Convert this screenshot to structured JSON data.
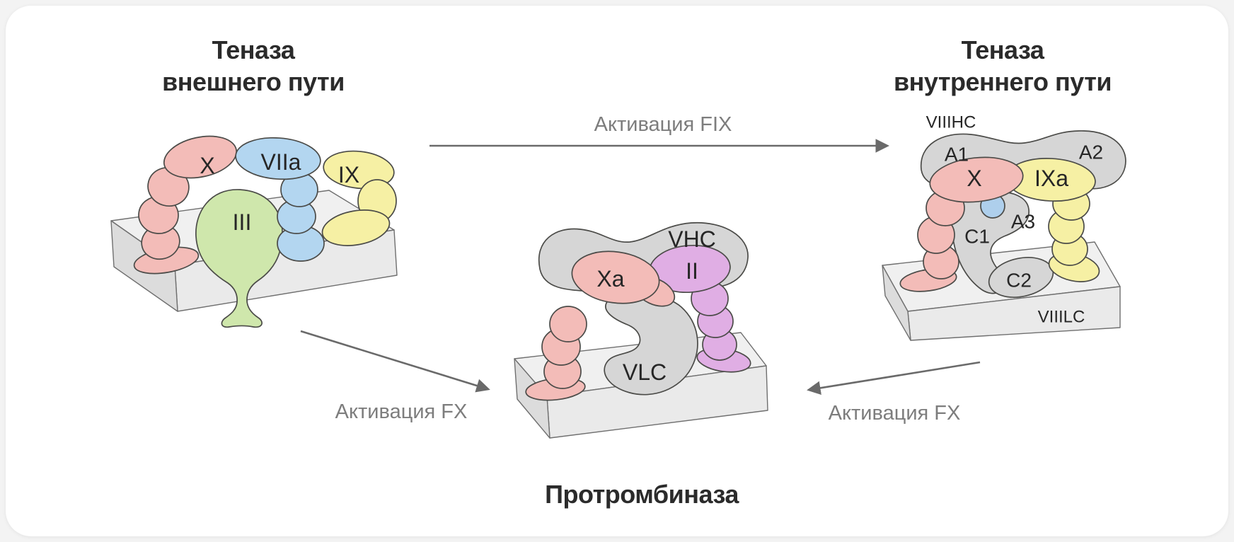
{
  "diagram": {
    "type": "coagulation-complexes-illustration",
    "background": "#f3f3f3",
    "card_background": "#ffffff"
  },
  "colors": {
    "factor_pink": "#f3bcb8",
    "factor_blue": "#b3d6f0",
    "factor_yellow": "#f6f0a4",
    "factor_green": "#cfe7ac",
    "factor_purple": "#e0aee4",
    "cofactor_gray": "#d6d6d6",
    "membrane_top": "#f0f0f0",
    "membrane_front": "#eaeaea",
    "membrane_side": "#dcdcdc",
    "ion_blue": "#aecfec",
    "outline": "#4b4b48",
    "arrow_gray": "#6a6a6a",
    "title_text": "#2b2b2b",
    "label_text": "#7d7d7d"
  },
  "complexes": {
    "extrinsic": {
      "title_line1": "Теназа",
      "title_line2": "внешнего пути",
      "factors": [
        {
          "label": "X",
          "color": "#f3bcb8"
        },
        {
          "label": "VIIa",
          "color": "#b3d6f0"
        },
        {
          "label": "IX",
          "color": "#f6f0a4"
        },
        {
          "label": "III",
          "color": "#cfe7ac"
        }
      ]
    },
    "intrinsic": {
      "title_line1": "Теназа",
      "title_line2": "внутреннего пути",
      "factors": [
        {
          "label": "X",
          "color": "#f3bcb8"
        },
        {
          "label": "IXa",
          "color": "#f6f0a4"
        }
      ],
      "viii_domains": [
        {
          "label": "VIIIHC"
        },
        {
          "label": "A1"
        },
        {
          "label": "A2"
        },
        {
          "label": "A3"
        },
        {
          "label": "C1"
        },
        {
          "label": "C2"
        },
        {
          "label": "VIIILC"
        }
      ],
      "ion_color": "#aecfec"
    },
    "prothrombinase": {
      "title": "Протромбиназа",
      "factors": [
        {
          "label": "Xa",
          "color": "#f3bcb8"
        },
        {
          "label": "II",
          "color": "#e0aee4"
        }
      ],
      "v_domains": [
        {
          "label": "VHC"
        },
        {
          "label": "VLC"
        }
      ]
    }
  },
  "arrows": [
    {
      "id": "activation-fix",
      "label": "Активация FIX",
      "from": "extrinsic",
      "to": "intrinsic"
    },
    {
      "id": "activation-fx-left",
      "label": "Активация FX",
      "from": "extrinsic",
      "to": "prothrombinase"
    },
    {
      "id": "activation-fx-right",
      "label": "Активация FX",
      "from": "intrinsic",
      "to": "prothrombinase"
    }
  ]
}
